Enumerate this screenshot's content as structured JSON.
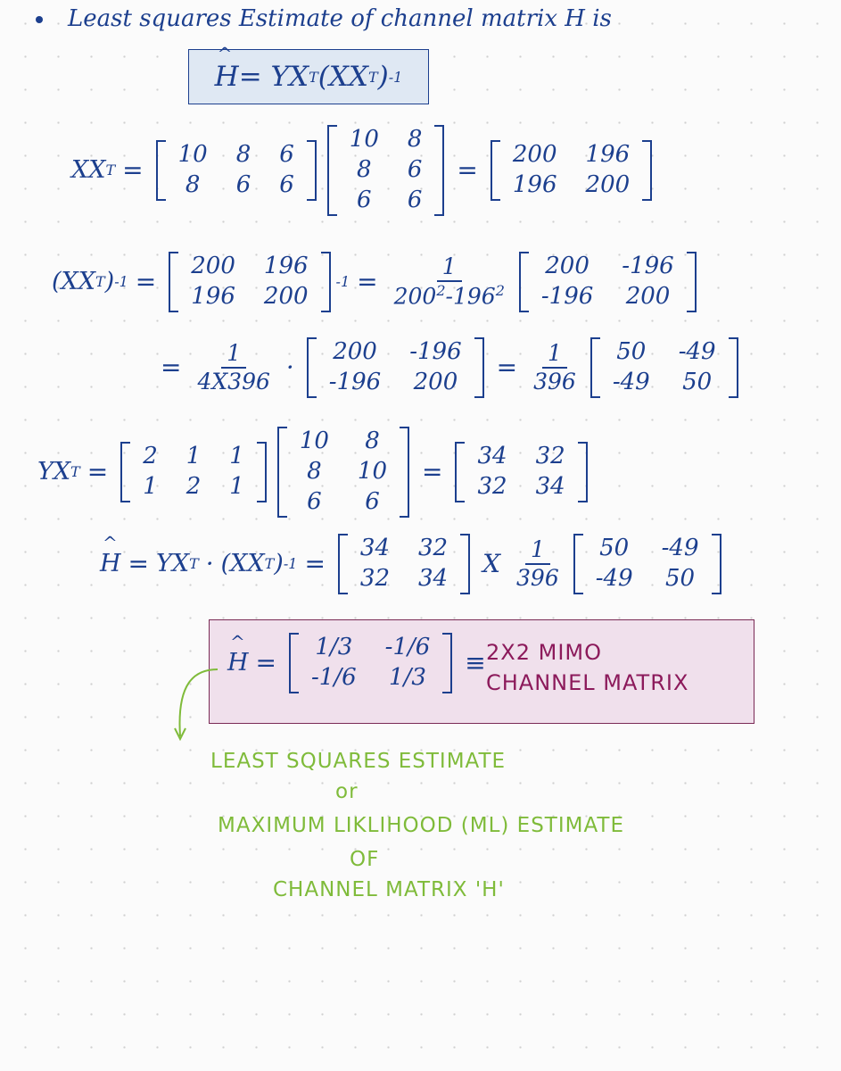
{
  "header": {
    "title": "Least squares Estimate of channel matrix H is"
  },
  "formula": {
    "h_hat": "H",
    "rhs": "= YX",
    "sup_t": "T",
    "mid": "(XX",
    "sup_t2": "T",
    "close": ")",
    "sup_inv": "-1"
  },
  "xxt": {
    "label": "XX",
    "sup": "T",
    "eq": "=",
    "m1": [
      [
        "10",
        "8",
        "6"
      ],
      [
        "8",
        "6",
        "6"
      ]
    ],
    "m2": [
      [
        "10",
        "8"
      ],
      [
        "8",
        "6"
      ],
      [
        "6",
        "6"
      ]
    ],
    "eq2": "=",
    "result": [
      [
        "200",
        "196"
      ],
      [
        "196",
        "200"
      ]
    ]
  },
  "inv": {
    "label": "(XX",
    "sup_t": "T",
    "close": ")",
    "sup_inv": "-1",
    "eq": "=",
    "m": [
      [
        "200",
        "196"
      ],
      [
        "196",
        "200"
      ]
    ],
    "m_sup": "-1",
    "eq2": "=",
    "frac_num": "1",
    "frac_den": "200",
    "den_sup1": "2",
    "den_minus": "-196",
    "den_sup2": "2",
    "adj": [
      [
        "200",
        "-196"
      ],
      [
        "-196",
        "200"
      ]
    ]
  },
  "inv2": {
    "eq": "=",
    "frac_num": "1",
    "frac_den": "4X396",
    "dot": "·",
    "m": [
      [
        "200",
        "-196"
      ],
      [
        "-196",
        "200"
      ]
    ],
    "eq2": "=",
    "frac2_num": "1",
    "frac2_den": "396",
    "m2": [
      [
        "50",
        "-49"
      ],
      [
        "-49",
        "50"
      ]
    ]
  },
  "yxt": {
    "label": "YX",
    "sup": "T",
    "eq": "=",
    "m1": [
      [
        "2",
        "1",
        "1"
      ],
      [
        "1",
        "2",
        "1"
      ]
    ],
    "m2": [
      [
        "10",
        "8"
      ],
      [
        "8",
        "10"
      ],
      [
        "6",
        "6"
      ]
    ],
    "eq2": "=",
    "result": [
      [
        "34",
        "32"
      ],
      [
        "32",
        "34"
      ]
    ]
  },
  "hcalc": {
    "h": "H",
    "eq": "=",
    "yx": "YX",
    "sup_t": "T",
    "dot": "·",
    "xx": "(XX",
    "sup_t2": "T",
    "close": ")",
    "sup_inv": "-1",
    "eq2": "=",
    "m1": [
      [
        "34",
        "32"
      ],
      [
        "32",
        "34"
      ]
    ],
    "times": "X",
    "frac_num": "1",
    "frac_den": "396",
    "m2": [
      [
        "50",
        "-49"
      ],
      [
        "-49",
        "50"
      ]
    ]
  },
  "result_box": {
    "h": "H",
    "eq": "=",
    "m": [
      [
        "1/3",
        "-1/6"
      ],
      [
        "-1/6",
        "1/3"
      ]
    ],
    "equiv": "≡",
    "line1": "2X2 MIMO",
    "line2": "CHANNEL MATRIX",
    "color": "#8c1a5b",
    "bg": "#f0e0ec"
  },
  "notes": {
    "line1": "LEAST SQUARES ESTIMATE",
    "line2": "or",
    "line3": "MAXIMUM LIKLIHOOD (ML) ESTIMATE",
    "line4": "OF",
    "line5": "CHANNEL MATRIX 'H'",
    "color": "#7fbb3a"
  },
  "ink_color": "#1c3f8e"
}
